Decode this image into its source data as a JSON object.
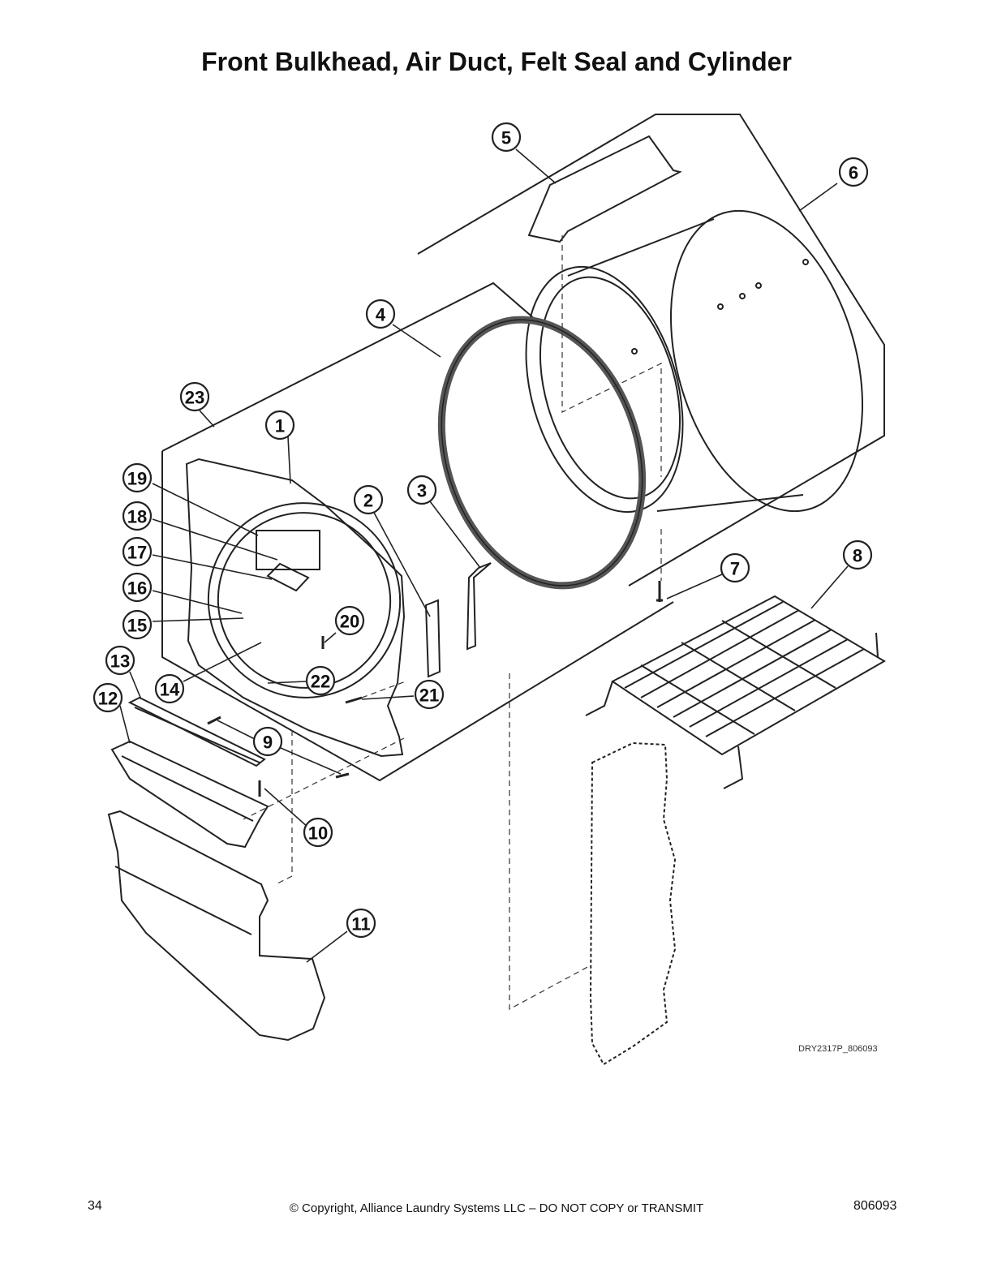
{
  "title": "Front Bulkhead, Air Duct, Felt Seal and Cylinder",
  "figure_id": "DRY2317P_806093",
  "footer": {
    "page_number": "34",
    "copyright": "© Copyright, Alliance Laundry Systems LLC – DO NOT COPY or TRANSMIT",
    "doc_number": "806093"
  },
  "callouts": [
    "1",
    "2",
    "3",
    "4",
    "5",
    "6",
    "7",
    "8",
    "9",
    "10",
    "11",
    "12",
    "13",
    "14",
    "15",
    "16",
    "17",
    "18",
    "19",
    "20",
    "21",
    "22",
    "23"
  ]
}
